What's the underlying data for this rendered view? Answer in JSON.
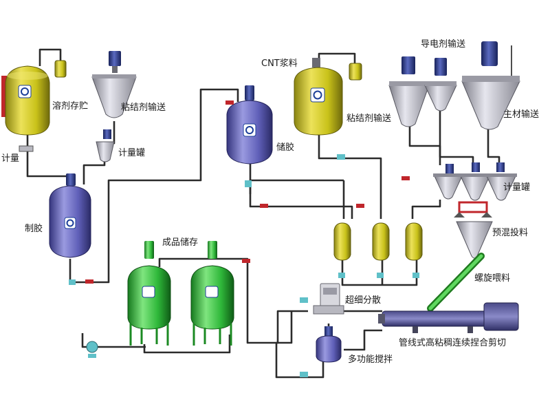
{
  "labels": {
    "solvent_storage": "溶剂存贮",
    "binder_feed_left": "粘结剂输送",
    "meter_left": "计量",
    "meter_tank_left": "计量罐",
    "glue_making": "制胶",
    "glue_storage": "储胶",
    "cnt_slurry": "CNT浆料",
    "binder_feed_mid": "粘结剂输送",
    "conductive_feed": "导电剂输送",
    "main_material_feed": "主材输送",
    "meter_tank_right": "计量罐",
    "premix_feed": "预混投料",
    "screw_feed": "螺旋喂料",
    "product_storage": "成品储存",
    "ultrafine_dispersion": "超细分散",
    "inline_mixer": "管线式高粘稠连续捏合剪切",
    "multi_mixer": "多功能搅拌"
  },
  "colors": {
    "yellow_tank": "#c9c21a",
    "blue_tank": "#5f5fb8",
    "green_tank": "#2fb83a",
    "hopper": "#b9b9c2",
    "motor": "#2b3b86",
    "valve": "#c0262b",
    "pump": "#5fc0c8",
    "screw": "#3aa83a"
  }
}
